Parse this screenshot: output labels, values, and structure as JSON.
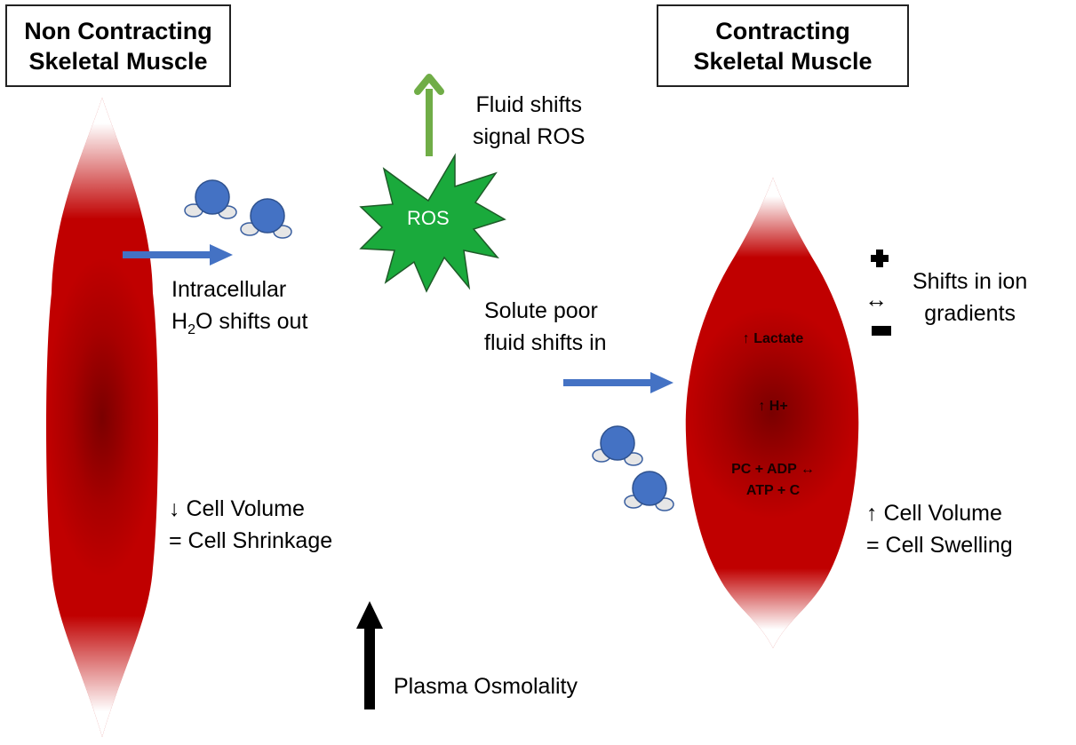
{
  "panels": {
    "left_title": [
      "Non Contracting",
      "Skeletal Muscle"
    ],
    "right_title": [
      "Contracting",
      "Skeletal Muscle"
    ]
  },
  "left_labels": {
    "h2o_line1": "Intracellular",
    "h2o_line2_prefix": "H",
    "h2o_line2_sub": "2",
    "h2o_line2_suffix": "O shifts out",
    "volume_line1": "↓ Cell Volume",
    "volume_line2": "= Cell Shrinkage"
  },
  "center_labels": {
    "ros": "ROS",
    "fluid_signal_line1": "Fluid shifts",
    "fluid_signal_line2": "signal ROS",
    "solute_line1": "Solute poor",
    "solute_line2": "fluid shifts in",
    "plasma": "Plasma Osmolality"
  },
  "right_labels": {
    "lactate": "↑ Lactate",
    "hplus": "↑ H+",
    "pc_line1": "PC + ADP ↔",
    "pc_line2": "ATP + C",
    "ion_line1": "Shifts in ion",
    "ion_line2": "gradients",
    "ion_arrow": "↔",
    "volume_line1": "↑ Cell Volume",
    "volume_line2": "= Cell Swelling"
  },
  "colors": {
    "muscle": "#c00000",
    "muscle_dark": "#7a0000",
    "blue_arrow": "#4472c4",
    "green_arrow": "#70ad47",
    "ros_fill": "#1aaa3c",
    "water_oxygen": "#4472c4",
    "water_hydrogen": "#e6e6e6"
  }
}
